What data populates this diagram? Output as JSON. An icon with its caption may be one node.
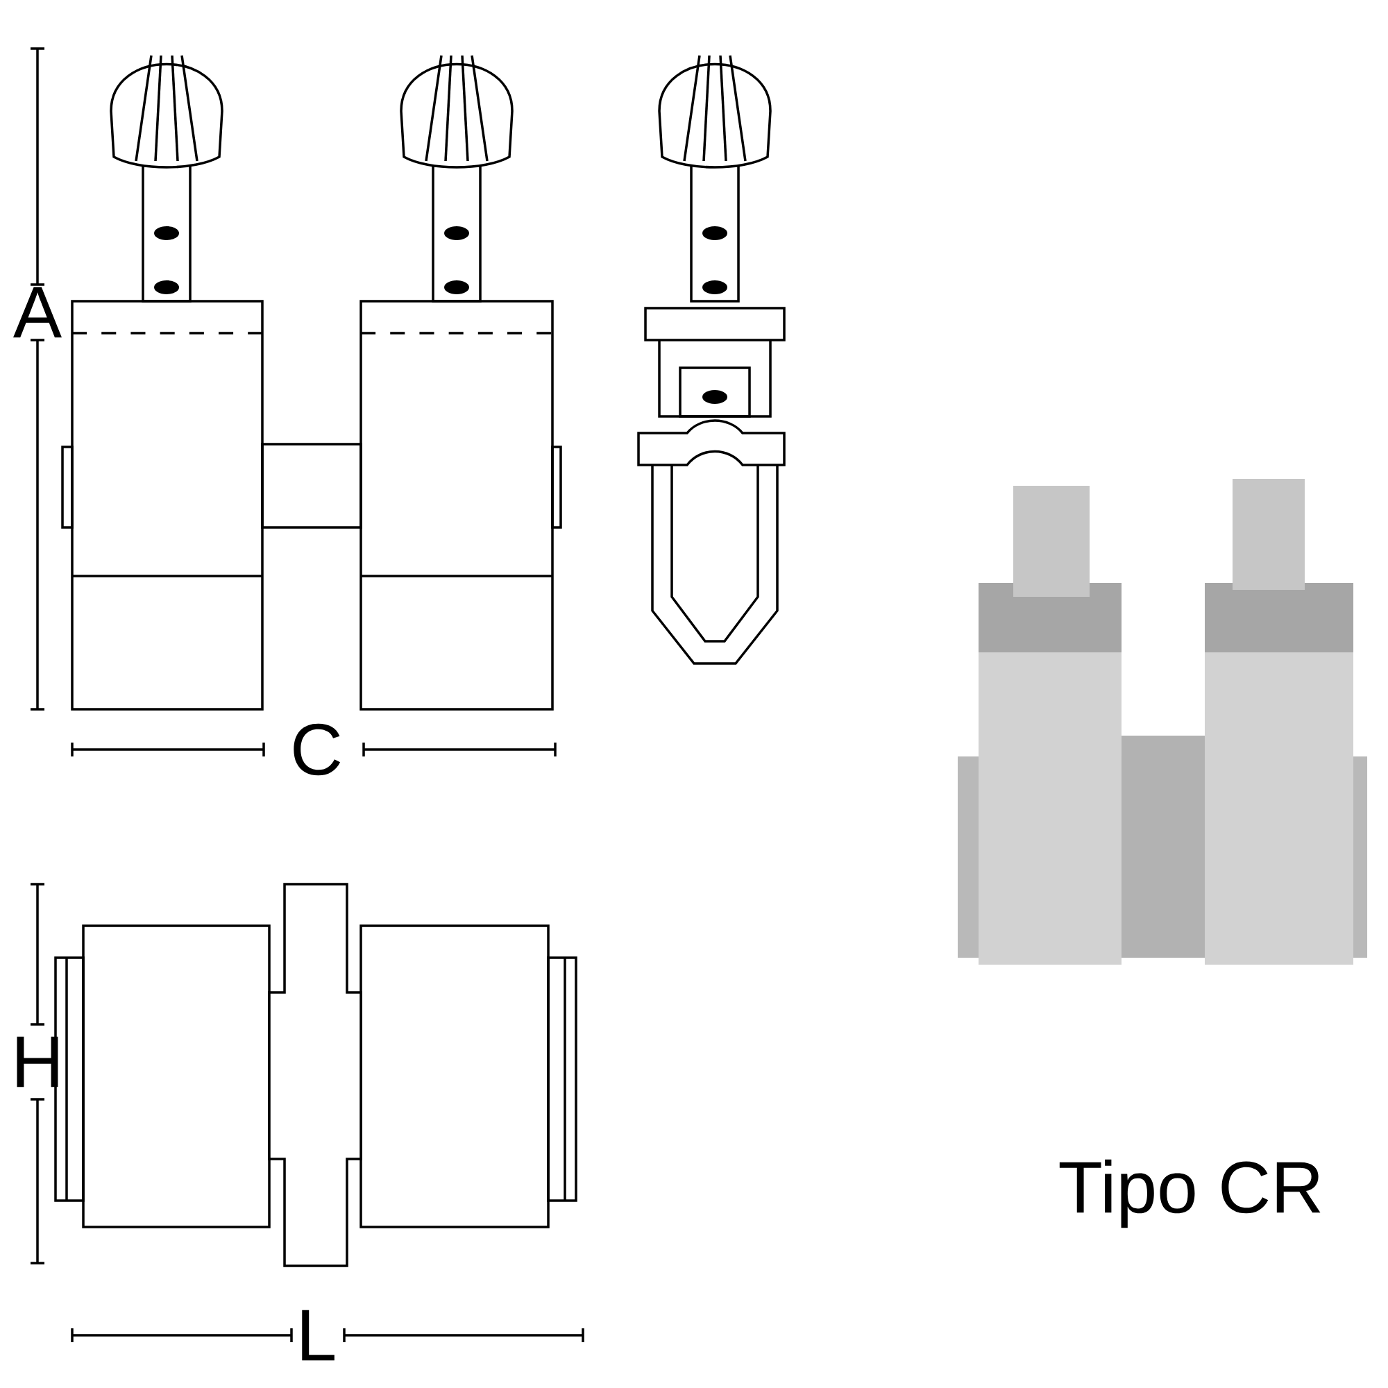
{
  "diagram": {
    "labels": [
      "A",
      "C",
      "H",
      "L",
      "Tipo CR"
    ]
  }
}
